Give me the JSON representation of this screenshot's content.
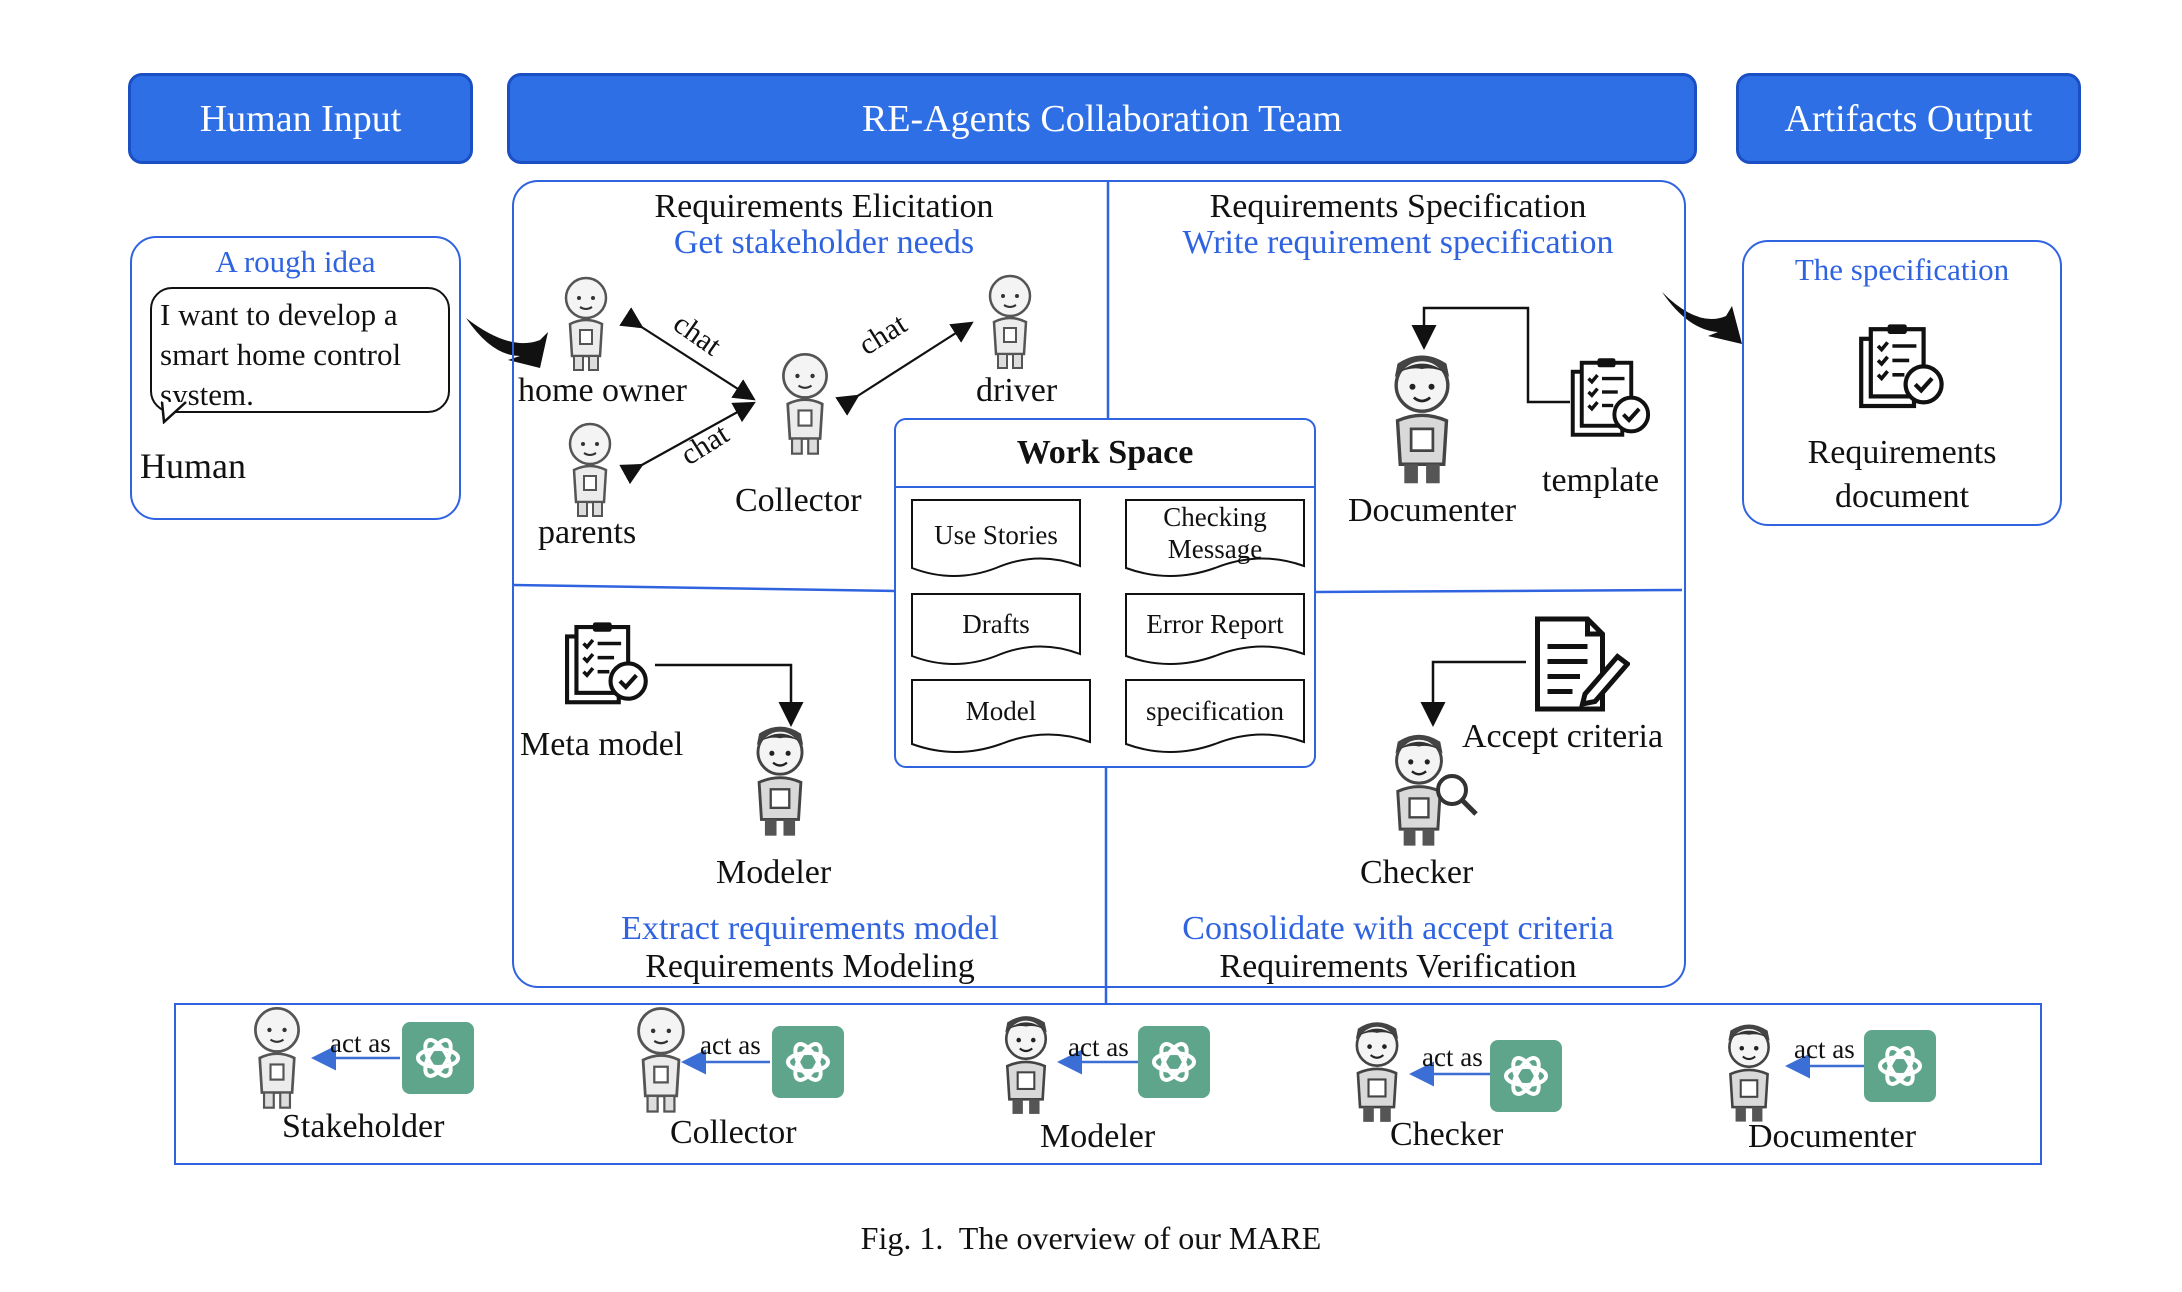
{
  "headers": {
    "human_input": "Human Input",
    "team": "RE-Agents Collaboration Team",
    "artifacts": "Artifacts Output"
  },
  "human_panel": {
    "title": "A rough idea",
    "speech": "I want to develop a smart home control system.",
    "speech_lines": [
      "I want to develop a",
      "smart home control",
      "system."
    ],
    "label": "Human"
  },
  "elicitation": {
    "title": "Requirements Elicitation",
    "subtitle": "Get stakeholder needs",
    "home_owner": "home owner",
    "parents": "parents",
    "driver": "driver",
    "collector": "Collector",
    "chat": "chat"
  },
  "specification": {
    "title": "Requirements Specification",
    "subtitle": "Write requirement specification",
    "documenter": "Documenter",
    "template": "template"
  },
  "modeling": {
    "title": "Requirements Modeling",
    "subtitle": "Extract requirements model",
    "meta_model": "Meta model",
    "modeler": "Modeler"
  },
  "verification": {
    "title": "Requirements Verification",
    "subtitle": "Consolidate with accept criteria",
    "accept_criteria": "Accept criteria",
    "checker": "Checker"
  },
  "workspace": {
    "title": "Work Space",
    "items": [
      "Use Stories",
      "Checking Message",
      "Drafts",
      "Error Report",
      "Model",
      "specification"
    ]
  },
  "output": {
    "title": "The specification",
    "doc_label": "Requirements document",
    "doc_lines": [
      "Requirements",
      "document"
    ]
  },
  "roles": {
    "act_as": "act as",
    "names": [
      "Stakeholder",
      "Collector",
      "Modeler",
      "Checker",
      "Documenter"
    ]
  },
  "caption": "Fig. 1.  The overview of our MARE",
  "colors": {
    "header_fill": "#2f6fe6",
    "border_blue": "#2f63e0",
    "subtitle_blue": "#2f63e0",
    "openai_green": "#5fa58c"
  },
  "icons": [
    "person-icon",
    "document-check-icon",
    "document-pen-icon",
    "openai-logo-icon",
    "curved-arrow-icon"
  ]
}
